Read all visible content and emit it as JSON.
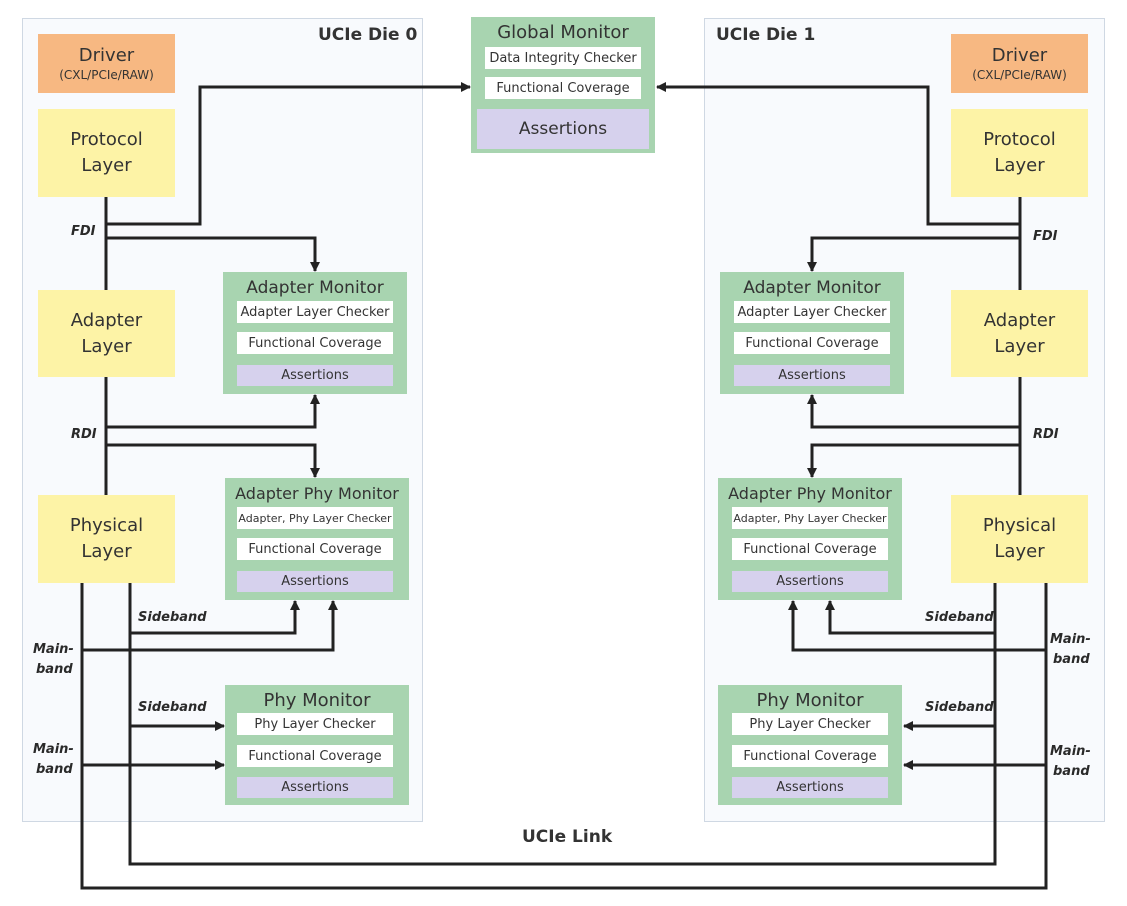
{
  "die0": {
    "title": "UCIe Die 0"
  },
  "die1": {
    "title": "UCIe Die 1"
  },
  "link_label": "UCIe Link",
  "driver": {
    "title": "Driver",
    "subtitle": "(CXL/PCIe/RAW)"
  },
  "layers": {
    "protocol": "Protocol Layer",
    "adapter": "Adapter Layer",
    "physical": "Physical Layer"
  },
  "global_monitor": {
    "title": "Global Monitor",
    "checker": "Data Integrity Checker",
    "coverage": "Functional Coverage",
    "assertions": "Assertions"
  },
  "adapter_monitor": {
    "title": "Adapter Monitor",
    "checker": "Adapter Layer Checker",
    "coverage": "Functional Coverage",
    "assertions": "Assertions"
  },
  "adapter_phy_monitor": {
    "title": "Adapter Phy Monitor",
    "checker": "Adapter, Phy Layer Checker",
    "coverage": "Functional Coverage",
    "assertions": "Assertions"
  },
  "phy_monitor": {
    "title": "Phy Monitor",
    "checker": "Phy Layer Checker",
    "coverage": "Functional Coverage",
    "assertions": "Assertions"
  },
  "labels": {
    "fdi": "FDI",
    "rdi": "RDI",
    "sideband": "Sideband",
    "mainband_1": "Main-",
    "mainband_2": "band"
  },
  "colors": {
    "die_bg": "#f8fafd",
    "driver": "#f7b882",
    "layer": "#fdf3a6",
    "monitor": "#a8d4b0",
    "assertions": "#d6d1ed",
    "line": "#222222"
  }
}
